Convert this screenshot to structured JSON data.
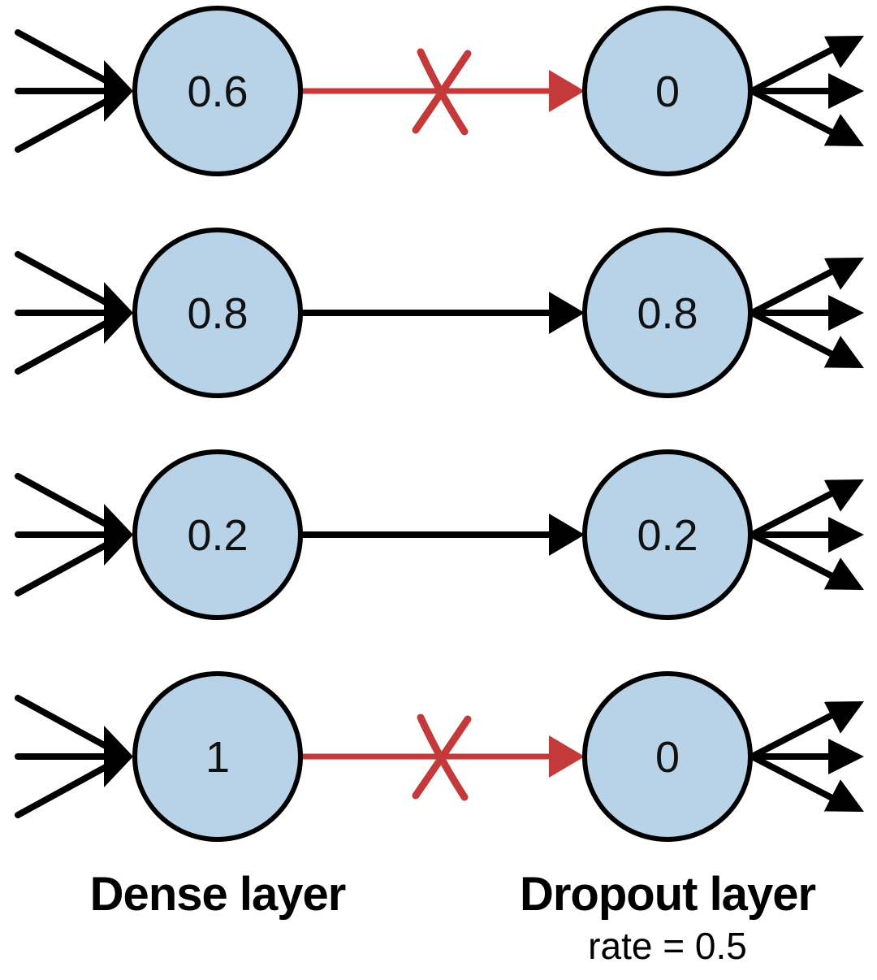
{
  "rows": [
    {
      "dense_value": "0.6",
      "dropout_value": "0",
      "dropped": true
    },
    {
      "dense_value": "0.8",
      "dropout_value": "0.8",
      "dropped": false
    },
    {
      "dense_value": "0.2",
      "dropout_value": "0.2",
      "dropped": false
    },
    {
      "dense_value": "1",
      "dropout_value": "0",
      "dropped": true
    }
  ],
  "labels": {
    "dense_layer": "Dense layer",
    "dropout_layer": "Dropout layer",
    "rate": "rate = 0.5"
  },
  "colors": {
    "node_fill": "#b8d2e8",
    "dropped_connection": "#c43a3a",
    "kept_connection": "#000000"
  }
}
